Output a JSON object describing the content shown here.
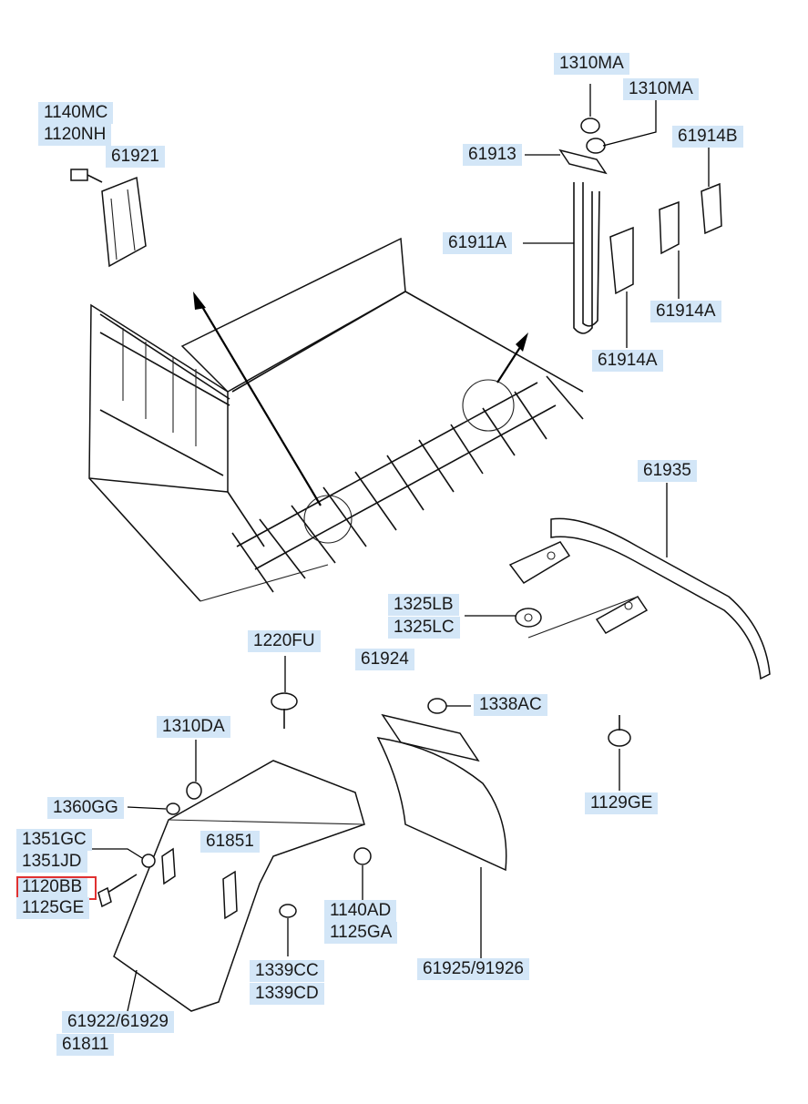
{
  "diagram": {
    "labels": {
      "l_1310MA_a": "1310MA",
      "l_1310MA_b": "1310MA",
      "l_1140MC": "1140MC",
      "l_1120NH": "1120NH",
      "l_61921": "61921",
      "l_61913": "61913",
      "l_61914B": "61914B",
      "l_61911A": "61911A",
      "l_61914A_a": "61914A",
      "l_61914A_b": "61914A",
      "l_61935": "61935",
      "l_1325LB": "1325LB",
      "l_1325LC": "1325LC",
      "l_1220FU": "1220FU",
      "l_61924": "61924",
      "l_1338AC": "1338AC",
      "l_1310DA": "1310DA",
      "l_1129GE": "1129GE",
      "l_1360GG": "1360GG",
      "l_1351GC": "1351GC",
      "l_1351JD": "1351JD",
      "l_61851": "61851",
      "l_1120BB": "1120BB",
      "l_1125GE": "1125GE",
      "l_1140AD": "1140AD",
      "l_1125GA": "1125GA",
      "l_61925": "61925/91926",
      "l_1339CC": "1339CC",
      "l_1339CD": "1339CD",
      "l_61922": "61922/61929",
      "l_61811": "61811"
    },
    "highlighted_part": "1120BB",
    "highlight_color": "#e03131",
    "label_background": "#d3e6f7"
  }
}
